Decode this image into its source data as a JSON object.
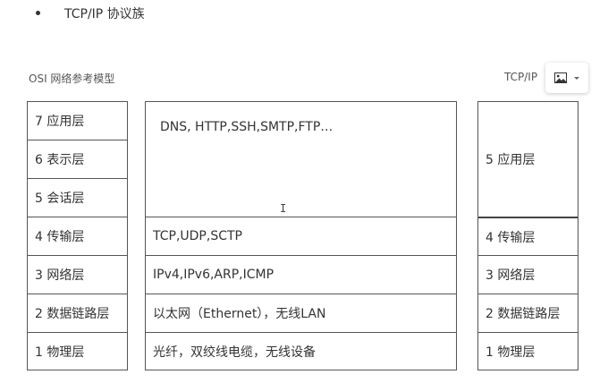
{
  "heading": "TCP/IP 协议族",
  "osi_label": "OSI 网络参考模型",
  "tcpip_label": "TCP/IP",
  "image_menu": {
    "icon": "image-icon",
    "caret": "chevron-down-icon"
  },
  "osi_layers": [
    "7 应用层",
    "6 表示层",
    "5 会话层",
    "4 传输层",
    "3 网络层",
    "2 数据链路层",
    "1 物理层"
  ],
  "protocols": [
    "DNS, HTTP,SSH,SMTP,FTP…",
    "TCP,UDP,SCTP",
    "IPv4,IPv6,ARP,ICMP",
    "以太网（Ethernet），无线LAN",
    "光纤，双绞线电缆，无线设备"
  ],
  "tcpip_layers": [
    "5 应用层",
    "4 传输层",
    "3 网络层",
    "2 数据链路层",
    "1 物理层"
  ],
  "cursor": "I"
}
